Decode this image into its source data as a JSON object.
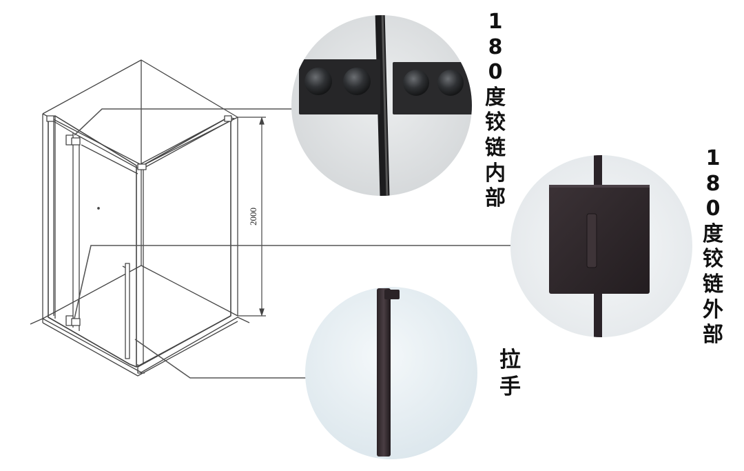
{
  "dimension": {
    "height_label": "2000"
  },
  "callouts": {
    "inner_hinge": {
      "label": "180度铰链内部"
    },
    "outer_hinge": {
      "label": "180度铰链外部"
    },
    "handle": {
      "label": "拉手"
    }
  },
  "colors": {
    "line": "#444444",
    "metal_dark": "#2a2328",
    "circle_bg_left": "#dfe1e2",
    "circle_bg_right": "#eef1f3",
    "circle_bg_bottom": "#e6eef2"
  }
}
